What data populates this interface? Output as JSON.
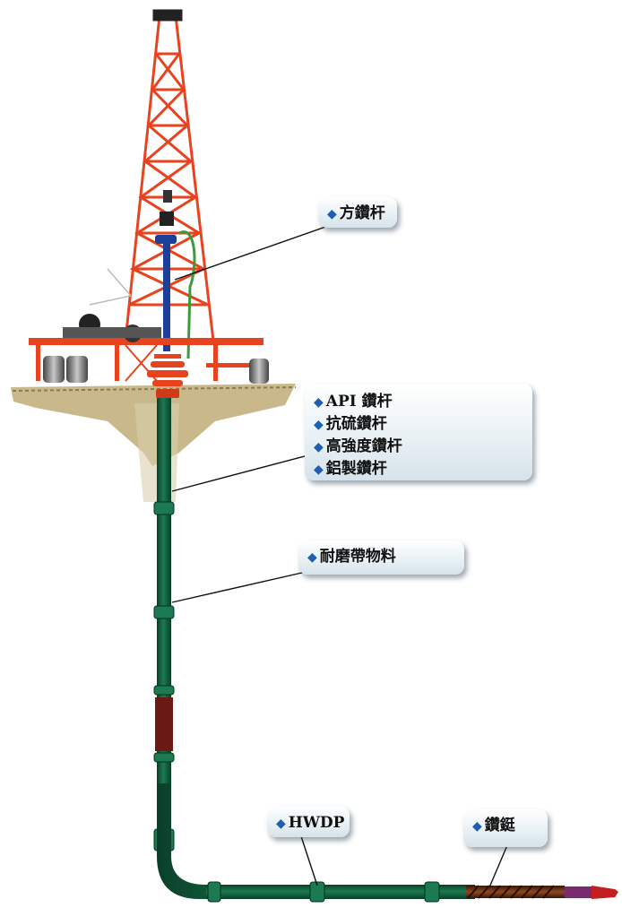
{
  "callouts": {
    "kelly": {
      "label": "方鑽杆",
      "bullet": "◆"
    },
    "drill_pipes": {
      "bullet": "◆",
      "items": [
        {
          "label": "API 鑽杆"
        },
        {
          "label": "抗硫鑽杆"
        },
        {
          "label": "高強度鑽杆"
        },
        {
          "label": "鋁製鑽杆"
        }
      ]
    },
    "hardbanding": {
      "label": "耐磨帶物料",
      "bullet": "◆"
    },
    "hwdp": {
      "label": "HWDP",
      "bullet": "◆"
    },
    "drill_collar": {
      "label": "鑽鋌",
      "bullet": "◆"
    }
  },
  "colors": {
    "derrick": "#e8431e",
    "kelly": "#1c3f9a",
    "pipe": "#0f5c3c",
    "collar_band": "#6a1a12",
    "bullet": "#1c5fb3",
    "ground": "#c9b98a"
  }
}
